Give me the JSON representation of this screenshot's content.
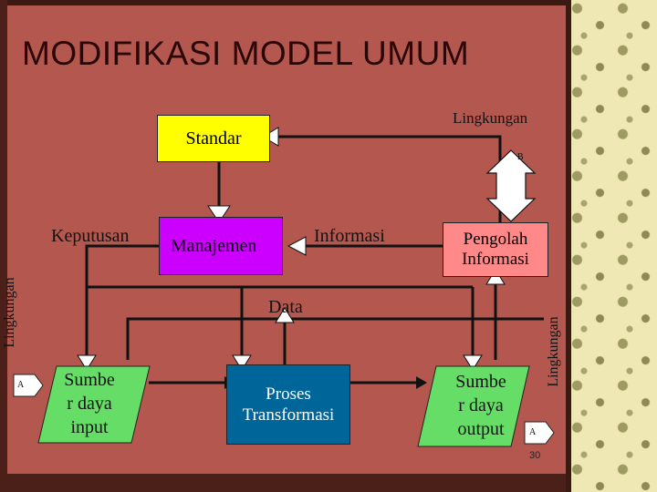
{
  "slide": {
    "title": "MODIFIKASI MODEL UMUM",
    "page_number": "30"
  },
  "nodes": {
    "standar": "Standar",
    "manajemen": "Manajemen",
    "pengolah_informasi": "Pengolah\nInformasi",
    "sumber_daya_input": "Sumbe\nr daya\ninput",
    "proses_transformasi": "Proses\nTransformasi",
    "sumber_daya_output": "Sumbe\nr daya\noutput"
  },
  "labels": {
    "lingkungan_top": "Lingkungan",
    "lingkungan_left": "Lingkungan",
    "lingkungan_right": "Lingkungan",
    "keputusan": "Keputusan",
    "informasi": "Informasi",
    "data": "Data",
    "connector_b": "B",
    "connector_a_left": "A",
    "connector_a_right": "A"
  },
  "colors": {
    "background": "#b4584f",
    "standar": "#ffff00",
    "manajemen": "#cc00ff",
    "pengolah": "#ff8888",
    "sumber_daya": "#66dd66",
    "proses": "#006699"
  }
}
